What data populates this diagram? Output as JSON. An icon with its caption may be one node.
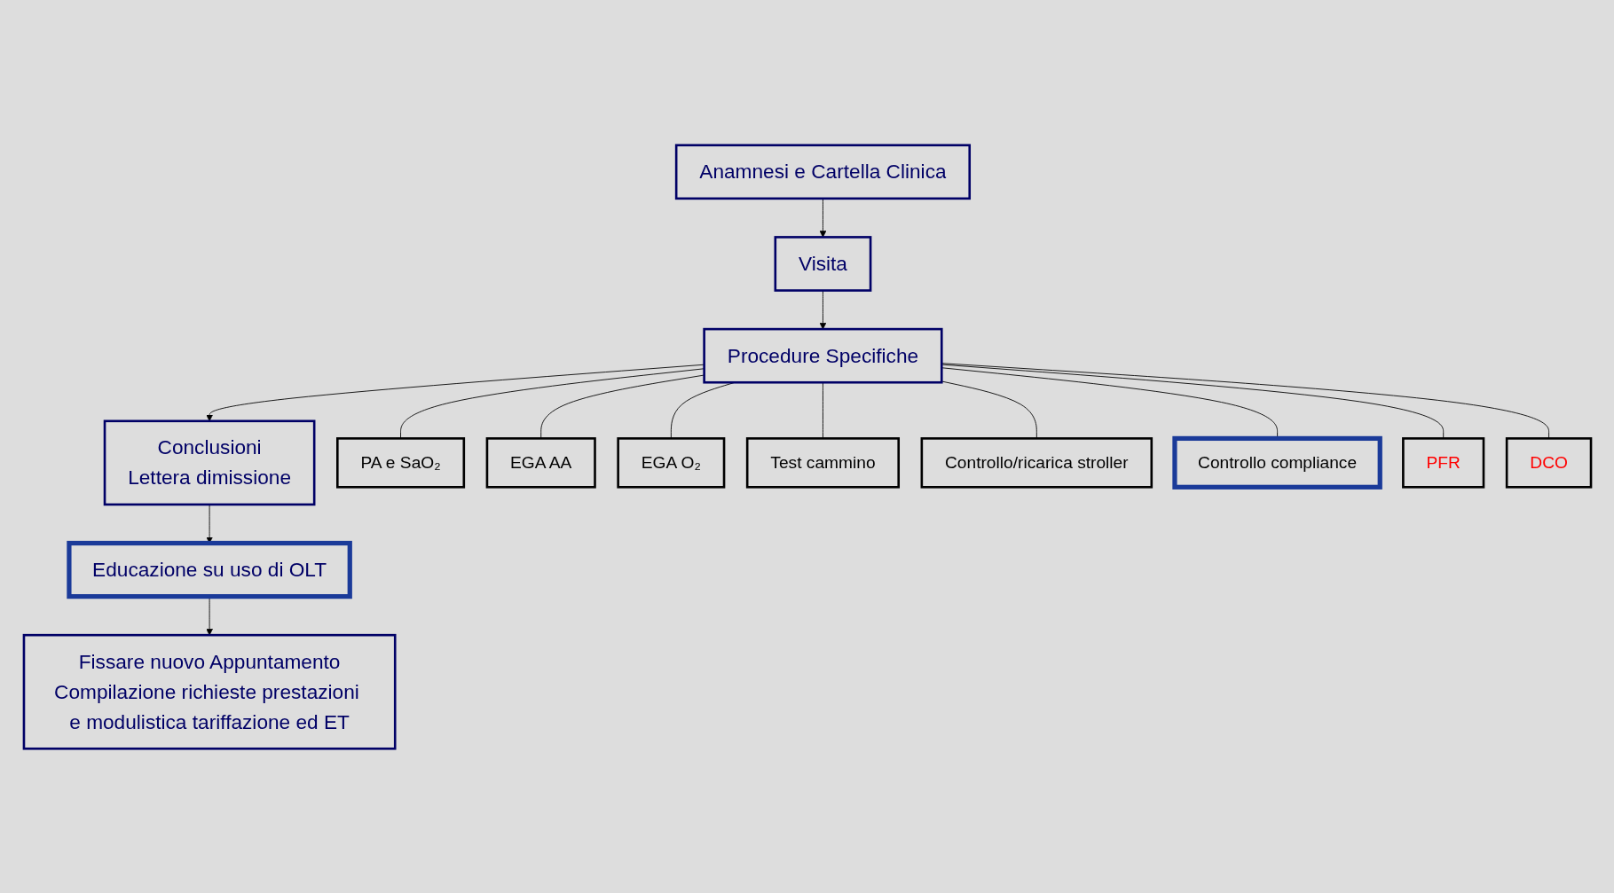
{
  "diagram": {
    "nodes": [
      {
        "text": [
          "Anamnesi e Cartella Clinica"
        ]
      },
      {
        "text": [
          "Visita"
        ]
      },
      {
        "text": [
          "Procedure Specifiche"
        ]
      },
      {
        "text": [
          "Conclusioni",
          "Lettera dimissione"
        ]
      },
      {
        "text": [
          "Educazione su uso di OLT"
        ]
      },
      {
        "text": [
          "Fissare nuovo Appuntamento",
          "Compilazione richieste prestazioni e modulistica tariffazione ed ET"
        ]
      },
      {
        "text": [
          "PA e SaO₂"
        ]
      },
      {
        "text": [
          "EGA AA"
        ]
      },
      {
        "text": [
          "EGA O₂"
        ]
      },
      {
        "text": [
          "Test cammino"
        ]
      },
      {
        "text": [
          "Controllo/ricarica stroller"
        ]
      },
      {
        "text": [
          "Controllo compliance"
        ]
      },
      {
        "text": [
          "PFR"
        ]
      },
      {
        "text": [
          "DCO"
        ]
      }
    ],
    "edges": [
      {
        "from": 0,
        "to": 1,
        "arrow": "to"
      },
      {
        "from": 1,
        "to": 2,
        "arrow": "to"
      },
      {
        "from": 2,
        "to": 3,
        "arrow": "to"
      },
      {
        "from": 3,
        "to": 4,
        "arrow": "to"
      },
      {
        "from": 4,
        "to": 5,
        "arrow": "to"
      },
      {
        "from": 2,
        "to": 6,
        "arrow": "none"
      },
      {
        "from": 2,
        "to": 7,
        "arrow": "none"
      },
      {
        "from": 2,
        "to": 8,
        "arrow": "none"
      },
      {
        "from": 2,
        "to": 9,
        "arrow": "none"
      },
      {
        "from": 2,
        "to": 10,
        "arrow": "none"
      },
      {
        "from": 2,
        "to": 11,
        "arrow": "none"
      },
      {
        "from": 2,
        "to": 12,
        "arrow": "none"
      },
      {
        "from": 2,
        "to": 13,
        "arrow": "none"
      }
    ]
  }
}
